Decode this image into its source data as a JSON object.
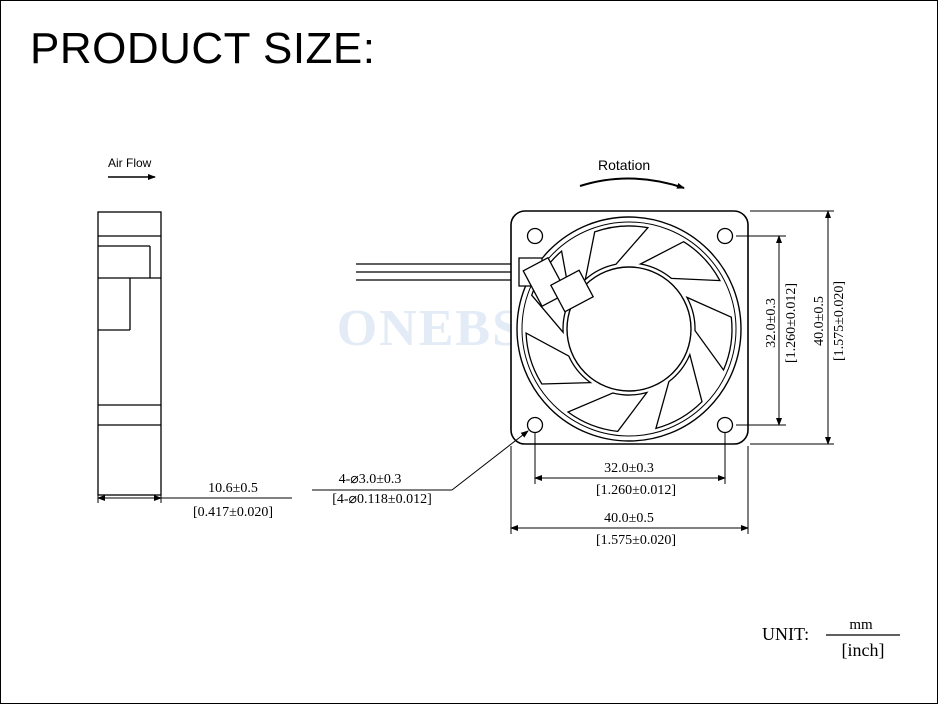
{
  "title": "PRODUCT SIZE:",
  "side_view": {
    "airflow_label": "Air Flow",
    "thickness": "10.6±0.5",
    "thickness_inch": "[0.417±0.020]"
  },
  "front_view": {
    "rotation_label": "Rotation",
    "hole_callout": "4-⌀3.0±0.3",
    "hole_callout_inch": "[4-⌀0.118±0.012]",
    "hole_pitch_h": "32.0±0.3",
    "hole_pitch_h_inch": "[1.260±0.012]",
    "outer_h": "40.0±0.5",
    "outer_h_inch": "[1.575±0.020]",
    "hole_pitch_v": "32.0±0.3",
    "hole_pitch_v_inch": "[1.260±0.012]",
    "outer_v": "40.0±0.5",
    "outer_v_inch": "[1.575±0.020]"
  },
  "watermark": "ONEBSTR",
  "unit": {
    "label": "UNIT:",
    "numerator": "mm",
    "denominator": "[inch]"
  }
}
